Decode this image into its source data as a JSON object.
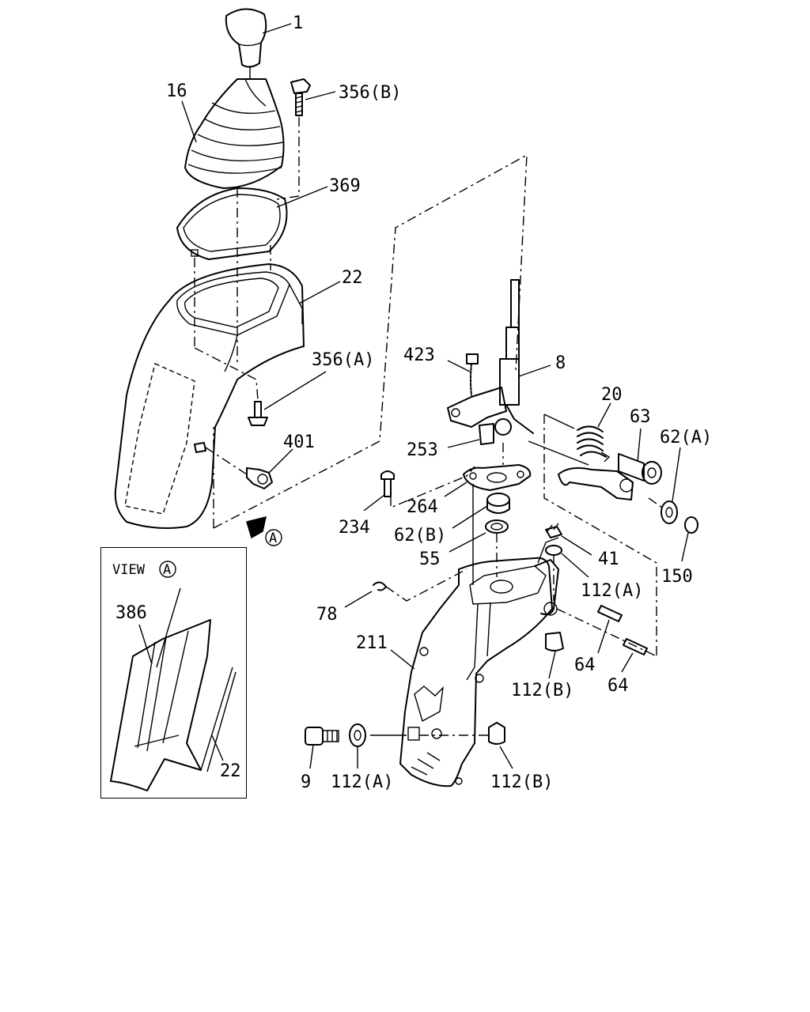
{
  "parts": [
    {
      "id": "knob",
      "label": "1"
    },
    {
      "id": "boot",
      "label": "16"
    },
    {
      "id": "bolt_b",
      "label": "356(B)"
    },
    {
      "id": "frame",
      "label": "369"
    },
    {
      "id": "cover",
      "label": "22"
    },
    {
      "id": "bolt_a",
      "label": "356(A)"
    },
    {
      "id": "clip",
      "label": "401"
    },
    {
      "id": "view_arrow",
      "label": "A"
    },
    {
      "id": "harness",
      "label": "423"
    },
    {
      "id": "lever",
      "label": "8"
    },
    {
      "id": "spring",
      "label": "20"
    },
    {
      "id": "collar",
      "label": "63"
    },
    {
      "id": "washer_a",
      "label": "62(A)"
    },
    {
      "id": "stopper",
      "label": "253"
    },
    {
      "id": "screw",
      "label": "234"
    },
    {
      "id": "plate",
      "label": "264"
    },
    {
      "id": "bush_b",
      "label": "62(B)"
    },
    {
      "id": "seal",
      "label": "55"
    },
    {
      "id": "nut",
      "label": "41"
    },
    {
      "id": "bush_112a",
      "label": "112(A)"
    },
    {
      "id": "cap",
      "label": "150"
    },
    {
      "id": "snap",
      "label": "78"
    },
    {
      "id": "bracket",
      "label": "211"
    },
    {
      "id": "pin1",
      "label": "64"
    },
    {
      "id": "bush_112b",
      "label": "112(B)"
    },
    {
      "id": "pin2",
      "label": "64"
    },
    {
      "id": "bolt9",
      "label": "9"
    },
    {
      "id": "bush_112a_low",
      "label": "112(A)"
    },
    {
      "id": "bush_112b_low",
      "label": "112(B)"
    }
  ],
  "view": {
    "title": "VIEW",
    "marker": "A",
    "parts": [
      {
        "id": "tape",
        "label": "386"
      },
      {
        "id": "cover_view",
        "label": "22"
      }
    ]
  }
}
